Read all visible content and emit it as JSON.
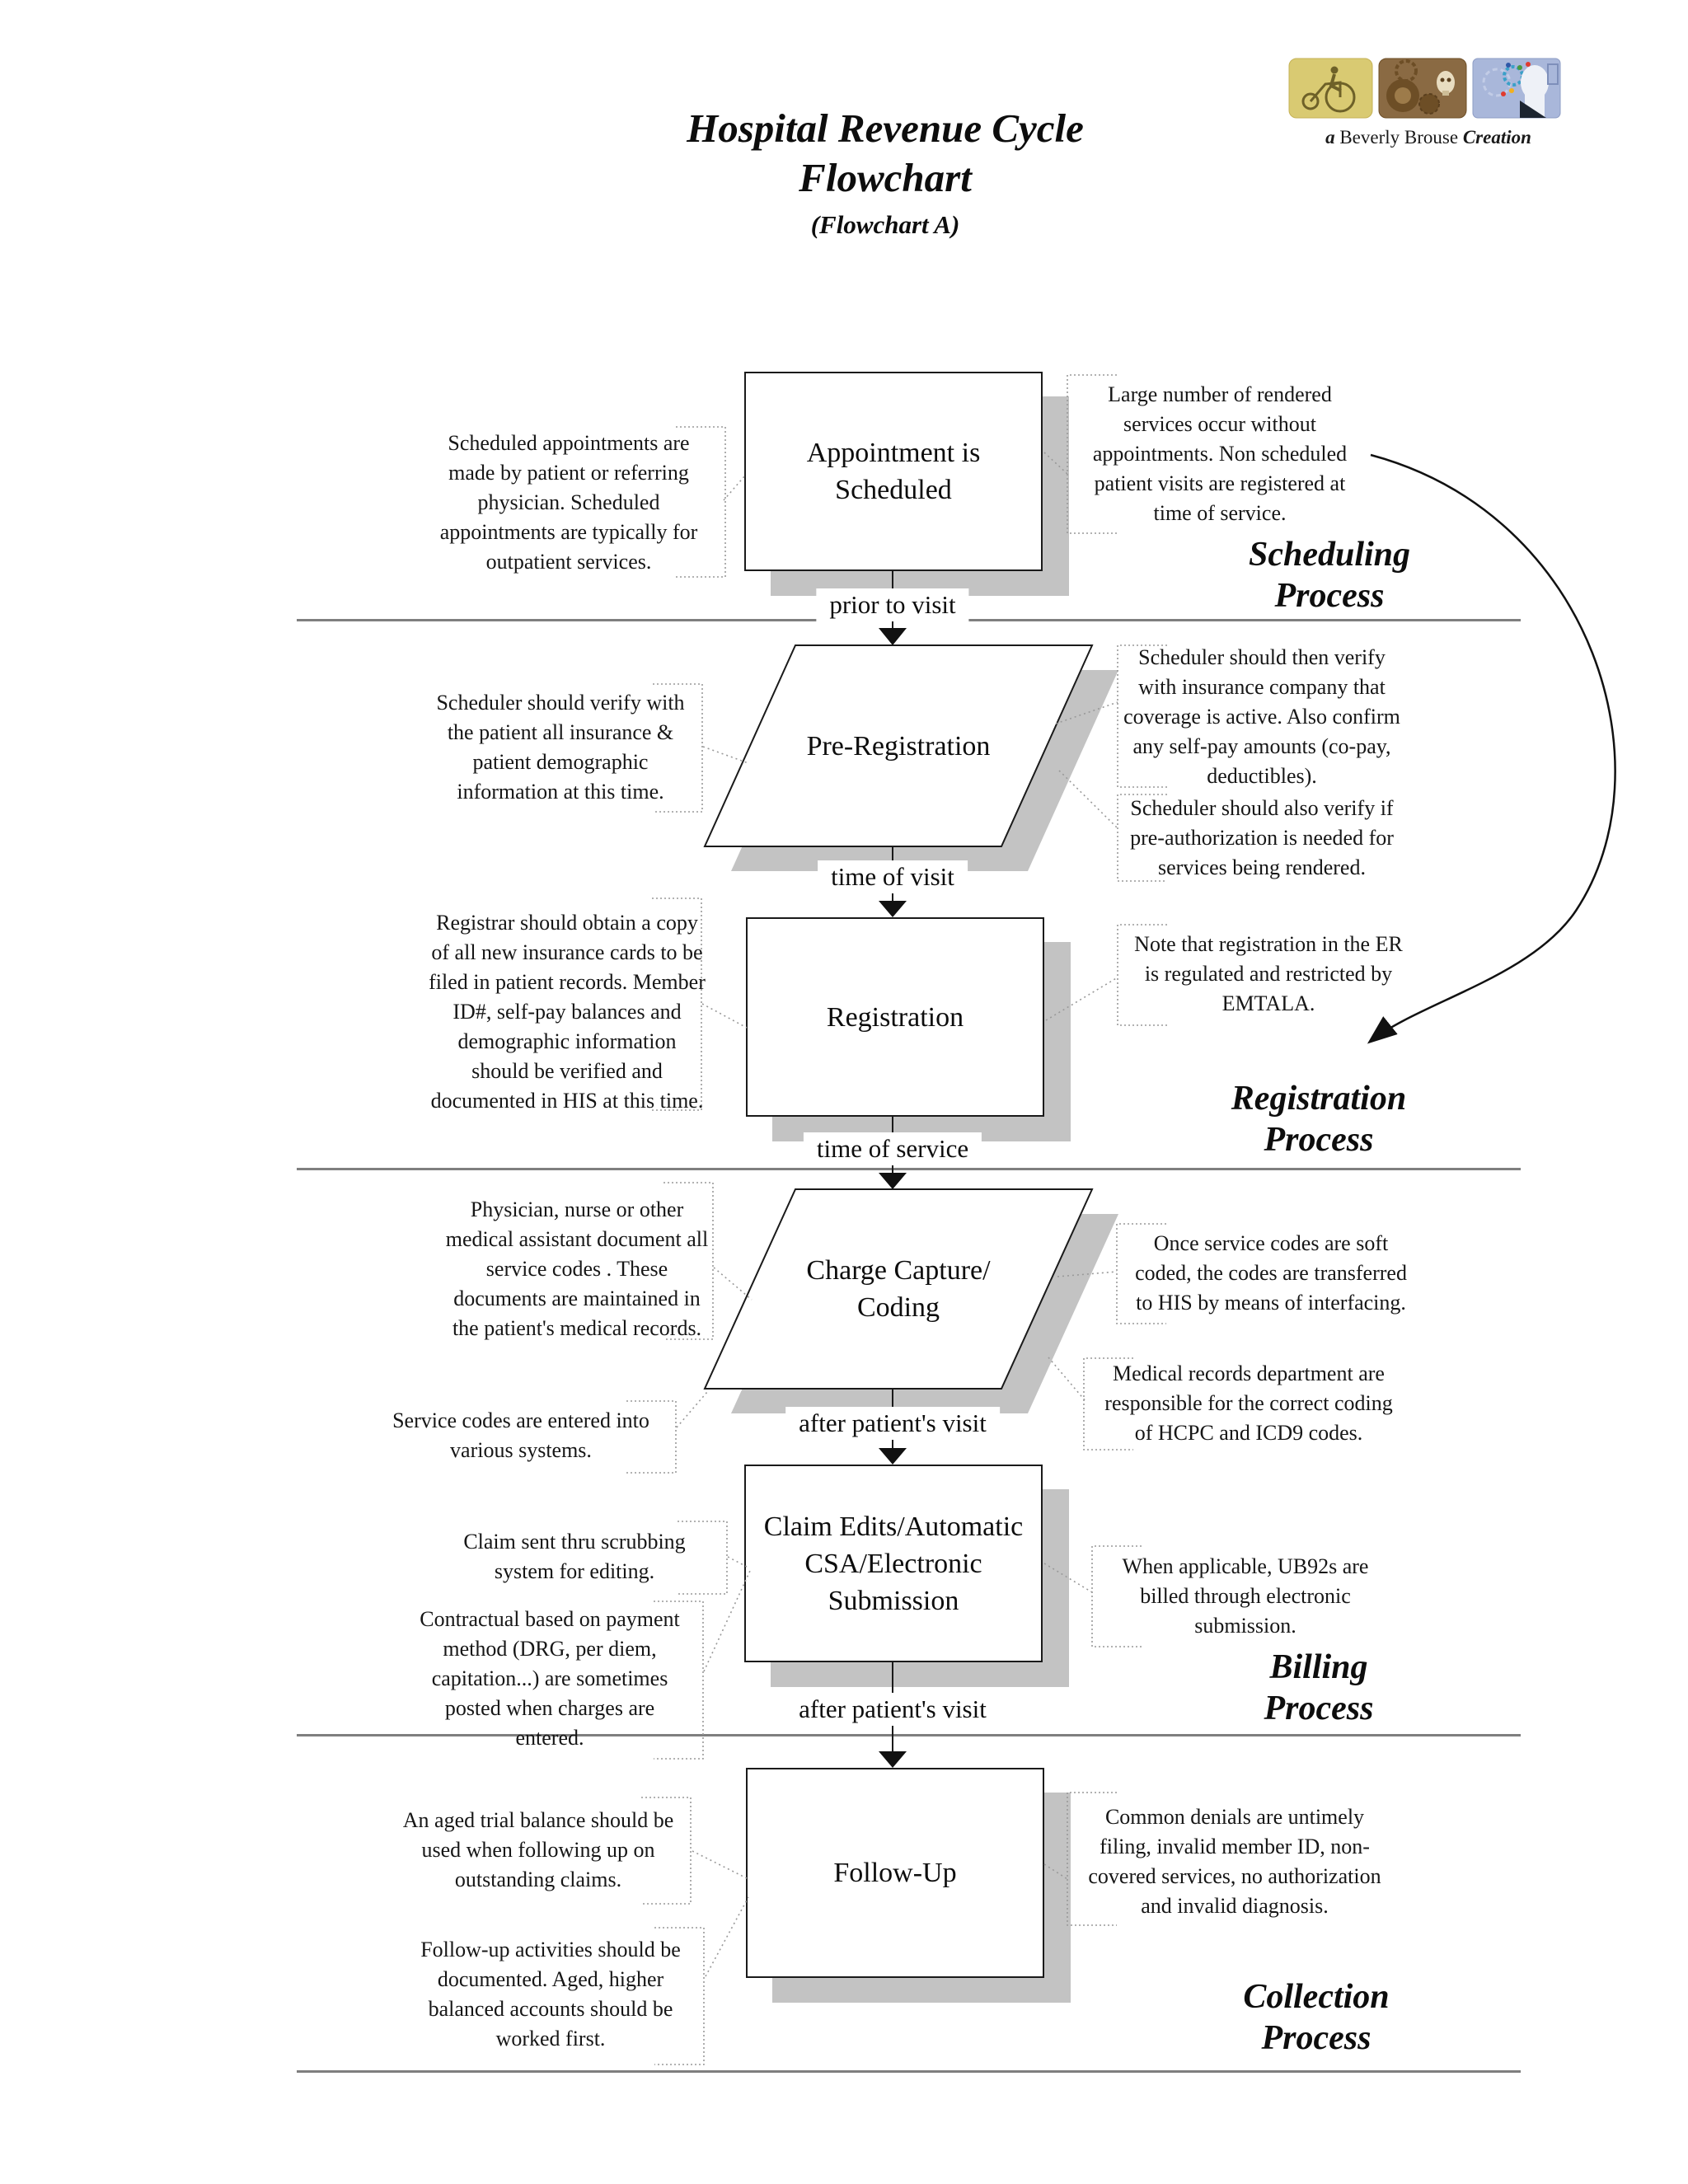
{
  "header": {
    "title_line1": "Hospital Revenue Cycle",
    "title_line2": "Flowchart",
    "title_line3": "(Flowchart A)",
    "logo_caption_prefix": "a",
    "logo_caption_middle": " Beverly Brouse ",
    "logo_caption_suffix": "Creation"
  },
  "flow": {
    "nodes": [
      {
        "id": "appointment",
        "shape": "rectangle",
        "label": [
          "Appointment is",
          "Scheduled"
        ]
      },
      {
        "id": "pre-registration",
        "shape": "parallelogram",
        "label": [
          "Pre-Registration"
        ]
      },
      {
        "id": "registration",
        "shape": "rectangle",
        "label": [
          "Registration"
        ]
      },
      {
        "id": "charge-capture",
        "shape": "parallelogram",
        "label": [
          "Charge Capture/",
          "Coding"
        ]
      },
      {
        "id": "claim-edits",
        "shape": "rectangle",
        "label": [
          "Claim Edits/Automatic",
          "CSA/Electronic",
          "Submission"
        ]
      },
      {
        "id": "follow-up",
        "shape": "rectangle",
        "label": [
          "Follow-Up"
        ]
      }
    ],
    "connector_labels": [
      "prior to visit",
      "time of visit",
      "time of service",
      "after patient's visit",
      "after patient's visit"
    ]
  },
  "sections": [
    {
      "label": [
        "Scheduling",
        "Process"
      ]
    },
    {
      "label": [
        "Registration",
        "Process"
      ]
    },
    {
      "label": [
        "Billing",
        "Process"
      ]
    },
    {
      "label": [
        "Collection",
        "Process"
      ]
    }
  ],
  "annotations_left": [
    {
      "lines": [
        "Scheduled appointments are",
        "made by patient or referring",
        "physician. Scheduled",
        "appointments are typically for",
        "outpatient services."
      ]
    },
    {
      "lines": [
        "Scheduler should verify with",
        "the patient all insurance &",
        "patient demographic",
        "information at this time."
      ]
    },
    {
      "lines": [
        "Registrar should obtain a copy",
        "of all new insurance cards to be",
        "filed in patient records. Member",
        "ID#, self-pay balances and",
        "demographic information",
        "should be verified and",
        "documented in HIS at this time."
      ]
    },
    {
      "lines": [
        "Physician, nurse or other",
        "medical assistant document all",
        "service codes . These",
        "documents are maintained in",
        "the patient's medical records."
      ]
    },
    {
      "lines": [
        "Service codes are entered into",
        "various systems."
      ]
    },
    {
      "lines": [
        "Claim sent thru scrubbing",
        "system for editing."
      ]
    },
    {
      "lines": [
        "Contractual based on payment",
        "method (DRG, per diem,",
        "capitation...) are sometimes",
        "posted when charges are",
        "entered."
      ]
    },
    {
      "lines": [
        "An aged trial balance should be",
        "used when following up on",
        "outstanding claims."
      ]
    },
    {
      "lines": [
        "Follow-up activities should be",
        "documented. Aged, higher",
        "balanced accounts should be",
        "worked first."
      ]
    }
  ],
  "annotations_right": [
    {
      "lines": [
        "Large number of rendered",
        "services occur without",
        "appointments.  Non scheduled",
        "patient visits are registered at",
        "time of service."
      ]
    },
    {
      "lines": [
        "Scheduler should then verify",
        "with insurance company that",
        "coverage is active. Also confirm",
        "any self-pay amounts (co-pay,",
        "deductibles)."
      ]
    },
    {
      "lines": [
        "Scheduler should also verify if",
        "pre-authorization is needed for",
        "services being rendered."
      ]
    },
    {
      "lines": [
        "Note that registration in the ER",
        "is regulated and restricted by",
        "EMTALA."
      ]
    },
    {
      "lines": [
        "Once service codes are soft",
        "coded, the codes are transferred",
        "to HIS by means of interfacing."
      ]
    },
    {
      "lines": [
        "Medical records department are",
        "responsible for the correct coding",
        "of HCPC and ICD9 codes."
      ]
    },
    {
      "lines": [
        "When applicable, UB92s are",
        "billed through electronic",
        "submission."
      ]
    },
    {
      "lines": [
        "Common denials are untimely",
        "filing, invalid member ID, non-",
        "covered services, no authorization",
        "and invalid diagnosis."
      ]
    }
  ],
  "colors": {
    "shadow_gray": "#c3c3c3",
    "divider_gray": "#7f7f7f",
    "line_black": "#1a1a1a",
    "annotation_bracket_gray": "#999999",
    "logo_tile_yellow": "#d9ca72",
    "logo_tile_brown": "#8a6a43",
    "logo_tile_blue": "#a9b7da"
  }
}
